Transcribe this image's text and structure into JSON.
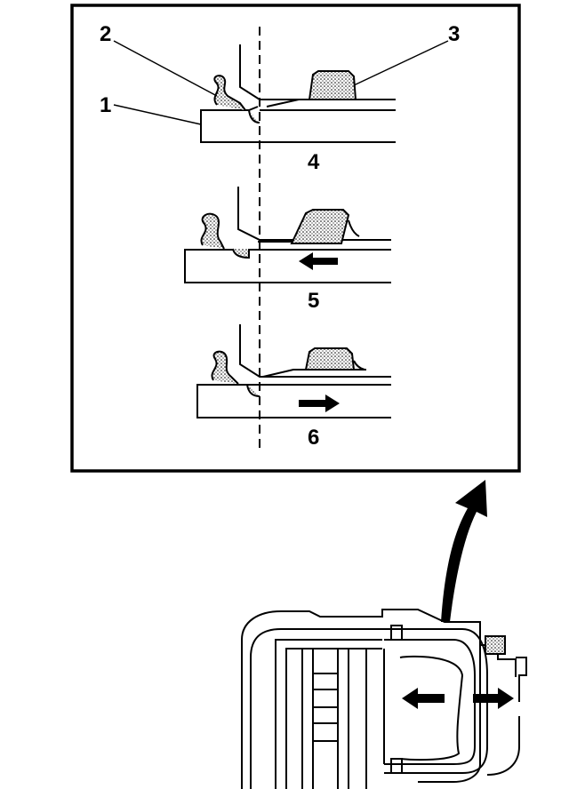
{
  "labels": {
    "piston": "1",
    "dust_boot": "2",
    "seal": "3",
    "step_static": "4",
    "step_apply": "5",
    "step_release": "6"
  },
  "colors": {
    "ink": "#000000",
    "background": "#ffffff"
  }
}
